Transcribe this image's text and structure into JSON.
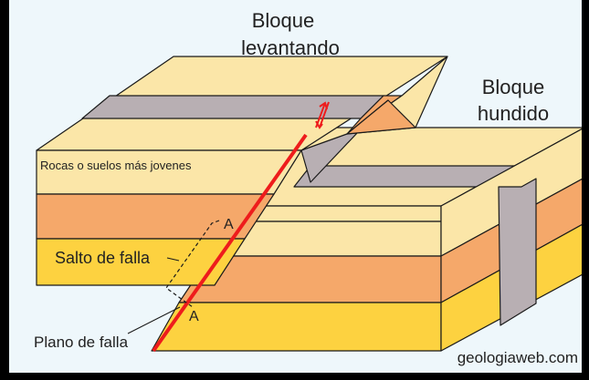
{
  "labels": {
    "raised_block_line1": "Bloque",
    "raised_block_line2": "levantando",
    "sunken_block_line1": "Bloque",
    "sunken_block_line2": "hundido",
    "younger_rocks": "Rocas o suelos más jovenes",
    "fault_throw": "Salto de falla",
    "point_a_upper": "A",
    "point_a_lower": "A",
    "fault_plane": "Plano de falla",
    "watermark": "geologiaweb.com"
  },
  "colors": {
    "background": "#eef7fb",
    "frame": "#000000",
    "layer_pale": "#fbe6a8",
    "layer_orange": "#f5a86a",
    "layer_yellow": "#fdd240",
    "dike_gray": "#b8afb3",
    "fault_line": "#ee1c1c",
    "outline": "#1a1a1a"
  }
}
